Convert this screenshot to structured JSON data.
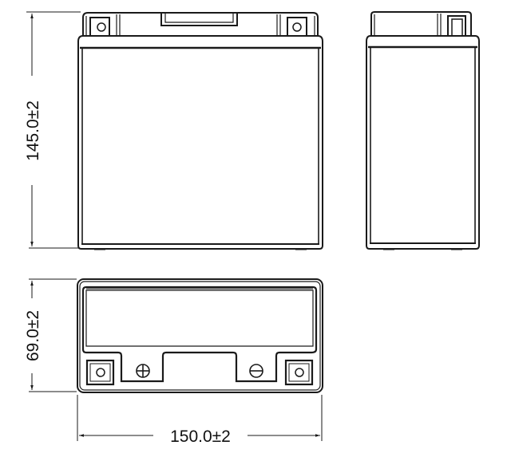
{
  "drawing": {
    "subject": "battery technical drawing",
    "views": [
      "front-view",
      "side-view",
      "top-view"
    ],
    "line_color": "#1a1a1a",
    "background": "#ffffff"
  },
  "dimensions": {
    "height": {
      "value": "145.0",
      "tolerance": "±2",
      "label": "145.0±2"
    },
    "depth": {
      "value": "69.0",
      "tolerance": "±2",
      "label": "69.0±2"
    },
    "width": {
      "value": "150.0",
      "tolerance": "±2",
      "label": "150.0±2"
    }
  },
  "terminals": {
    "positive": {
      "symbol": "plus",
      "label": "+"
    },
    "negative": {
      "symbol": "minus",
      "label": "−"
    }
  }
}
